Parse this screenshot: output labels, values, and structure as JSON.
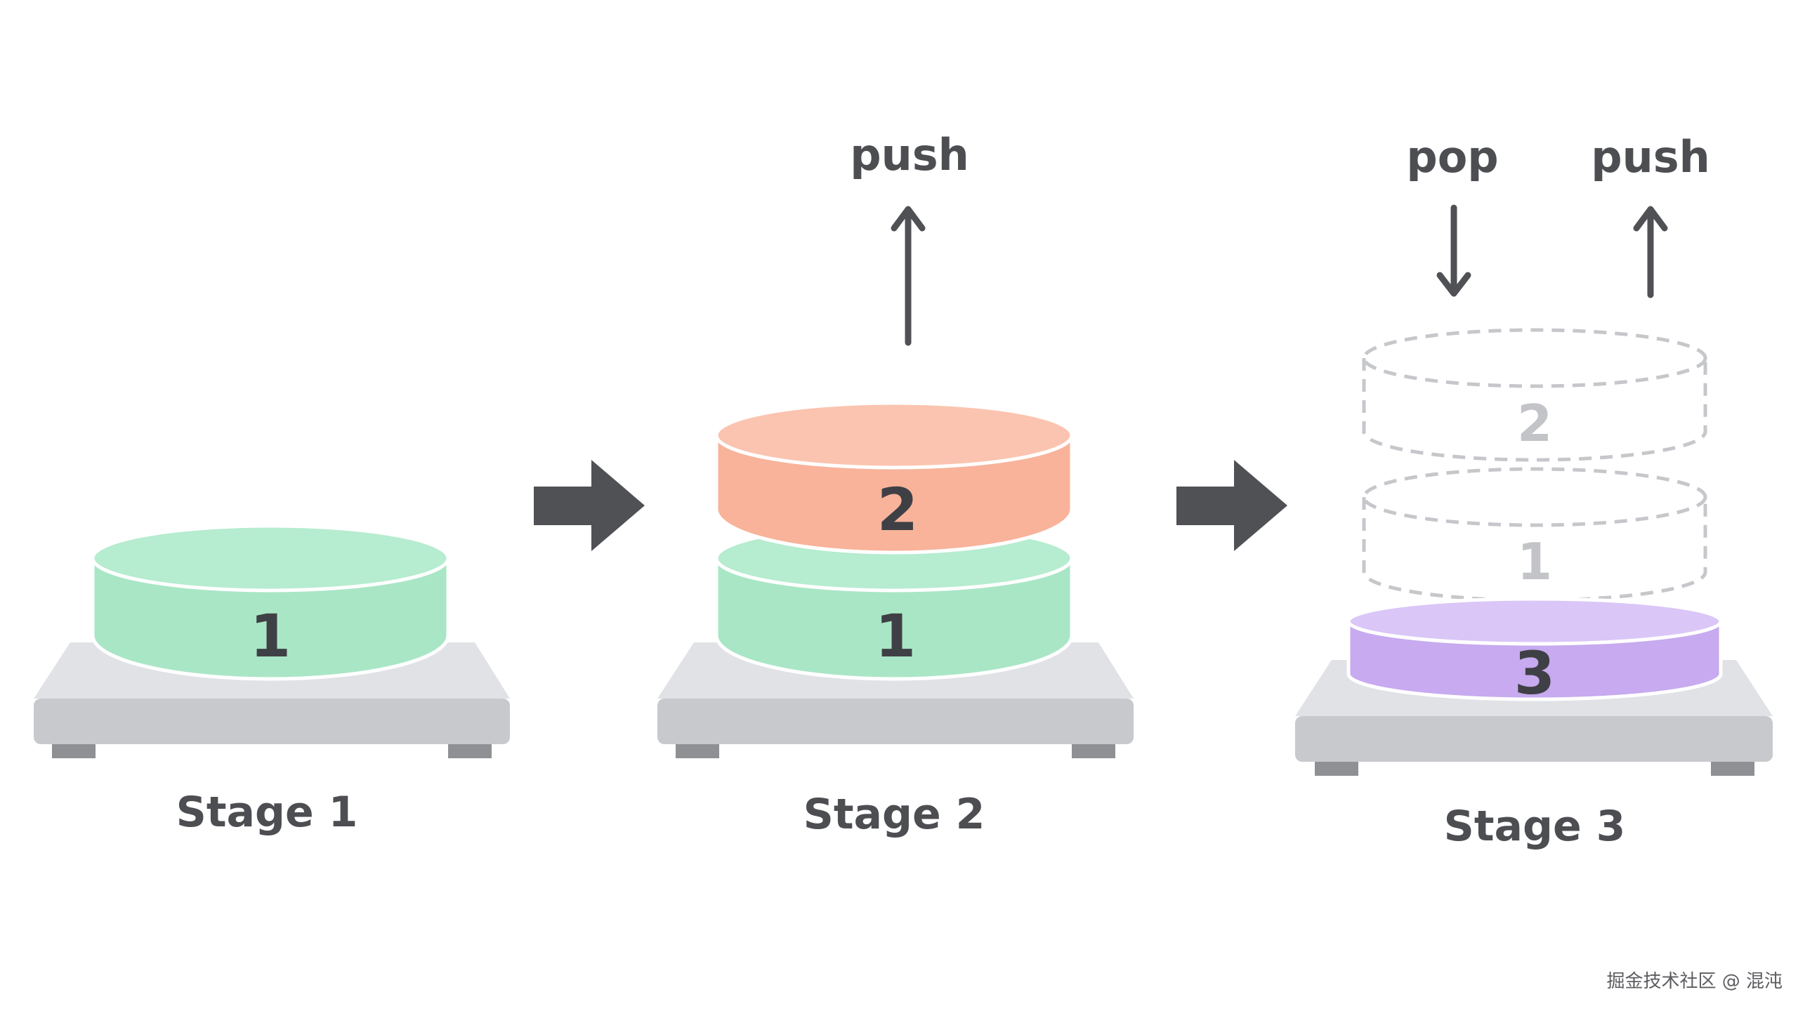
{
  "colors": {
    "text": "#4d4e52",
    "arrow": "#505155",
    "base_top": "#e1e2e6",
    "base_front": "#c8c9cd",
    "base_foot": "#8f9094",
    "disk1_top": "#b6ecd0",
    "disk1_body": "#a9e6c6",
    "disk2_top": "#fbc4b0",
    "disk2_body": "#f8b39a",
    "disk3_top": "#dac6f7",
    "disk3_body": "#c7aaef",
    "ghost": "#c6c7cb"
  },
  "stages": [
    {
      "label": "Stage 1",
      "disks": [
        "1"
      ]
    },
    {
      "label": "Stage 2",
      "disks": [
        "1",
        "2"
      ],
      "operations": [
        "push"
      ]
    },
    {
      "label": "Stage 3",
      "disks": [
        "3"
      ],
      "ghost_disks": [
        "1",
        "2"
      ],
      "operations": [
        "pop",
        "push"
      ]
    }
  ],
  "watermark": "掘金技术社区 @ 混沌"
}
